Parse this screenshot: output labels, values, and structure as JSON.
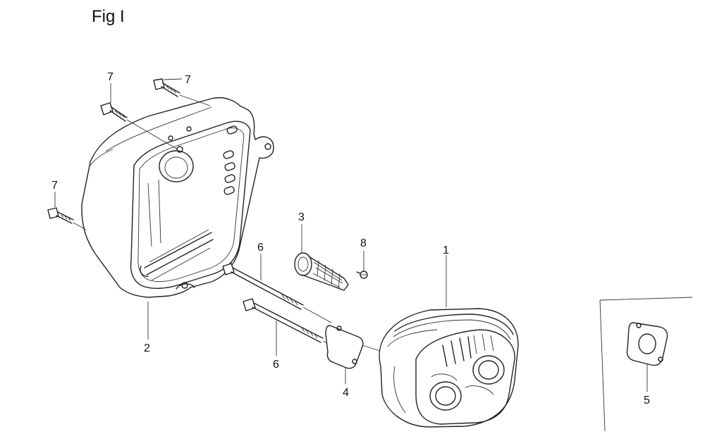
{
  "figure": {
    "title": "Fig I"
  },
  "callouts": {
    "muffler": "1",
    "protector": "2",
    "spark_arrester": "3",
    "gasket": "4",
    "gasket_inset": "5",
    "bolt_upper": "6",
    "bolt_lower": "6",
    "screw_top_left": "7",
    "screw_top_right": "7",
    "screw_left": "7",
    "screw_small": "8"
  }
}
